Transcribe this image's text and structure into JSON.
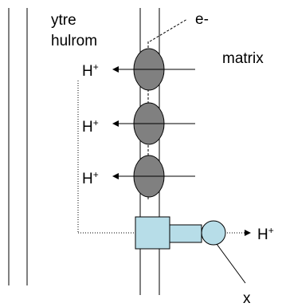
{
  "labels": {
    "outer_space_line1": "ytre",
    "outer_space_line2": "hulrom",
    "matrix": "matrix",
    "electron": "e-",
    "proton": "H",
    "proton_charge": "+",
    "x_label": "x"
  },
  "colors": {
    "complex_fill": "#808080",
    "synthase_fill": "#b7dde8",
    "line": "#000000"
  }
}
